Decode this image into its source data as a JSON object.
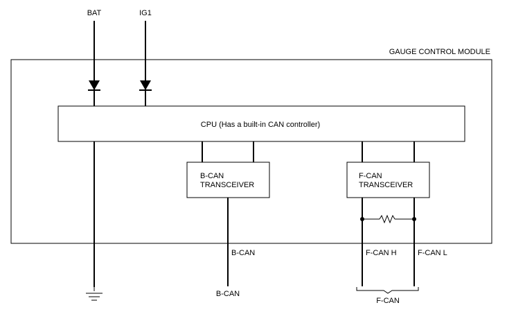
{
  "module": {
    "title": "GAUGE CONTROL MODULE"
  },
  "inputs": {
    "bat": "BAT",
    "ig1": "IG1"
  },
  "cpu": {
    "label": "CPU (Has a built-in CAN controller)"
  },
  "bcan_transceiver": {
    "line1": "B-CAN",
    "line2": "TRANSCEIVER"
  },
  "fcan_transceiver": {
    "line1": "F-CAN",
    "line2": "TRANSCEIVER"
  },
  "outputs": {
    "bcan_upper": "B-CAN",
    "bcan_lower": "B-CAN",
    "fcan_h": "F-CAN H",
    "fcan_l": "F-CAN L",
    "fcan_bus": "F-CAN"
  }
}
